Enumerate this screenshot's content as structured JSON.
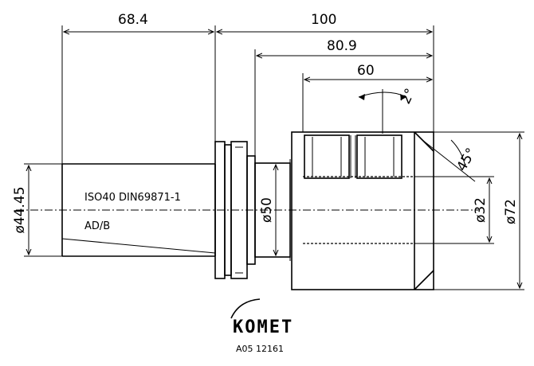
{
  "dimensions": {
    "len_taper": "68.4",
    "len_total": "100",
    "len_mid": "80.9",
    "len_bore": "60",
    "dia_taper": "ø44.45",
    "dia_collar": "ø50",
    "dia_bore": "ø32",
    "dia_body": "ø72",
    "angle_chamfer": "45°",
    "rotation": "2°"
  },
  "labels": {
    "spec": "ISO40 DIN69871-1",
    "form": "AD/B"
  },
  "logo": {
    "brand": "KOMET",
    "code": "A05 12161"
  }
}
